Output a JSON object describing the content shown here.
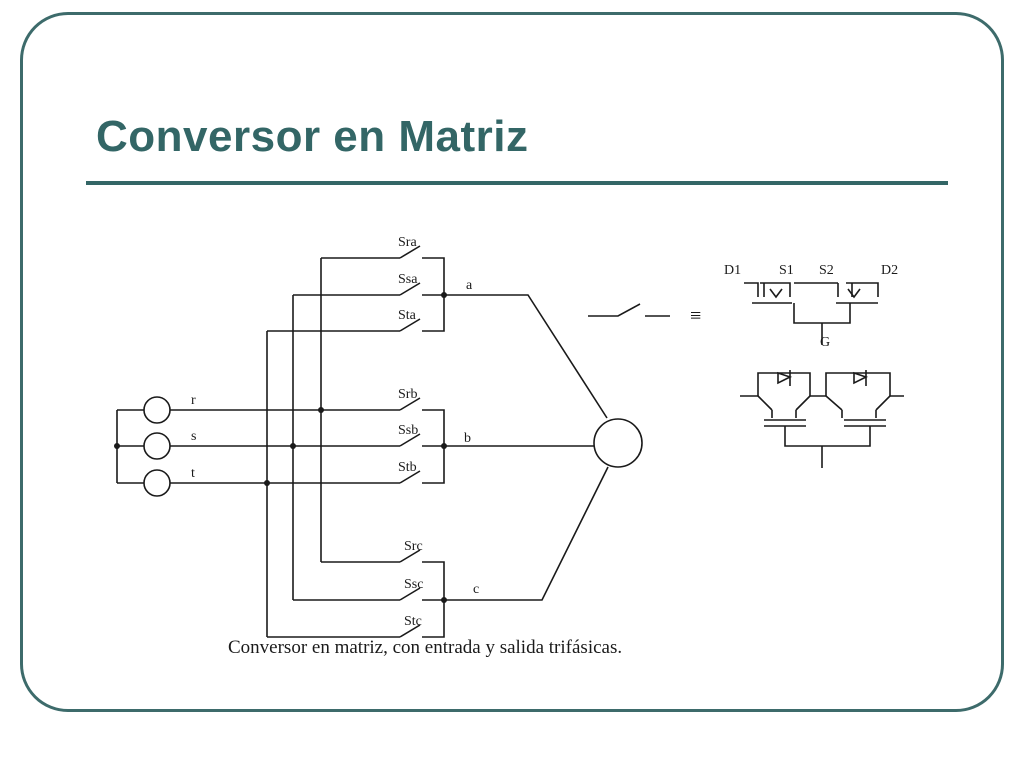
{
  "slide": {
    "title": "Conversor en Matriz",
    "caption": "Conversor en matriz, con entrada y salida trifásicas.",
    "frame_color": "#3d6b6b",
    "title_color": "#336666"
  },
  "diagram": {
    "input_phases": [
      "r",
      "s",
      "t"
    ],
    "output_phases": [
      "a",
      "b",
      "c"
    ],
    "switches": {
      "a": [
        "Sra",
        "Ssa",
        "Sta"
      ],
      "b": [
        "Srb",
        "Ssb",
        "Stb"
      ],
      "c": [
        "Src",
        "Ssc",
        "Stc"
      ]
    },
    "equivalence_symbol": "≡",
    "bidirectional_switch_labels": {
      "d1": "D1",
      "s1": "S1",
      "s2": "S2",
      "d2": "D2",
      "gate": "G"
    }
  }
}
